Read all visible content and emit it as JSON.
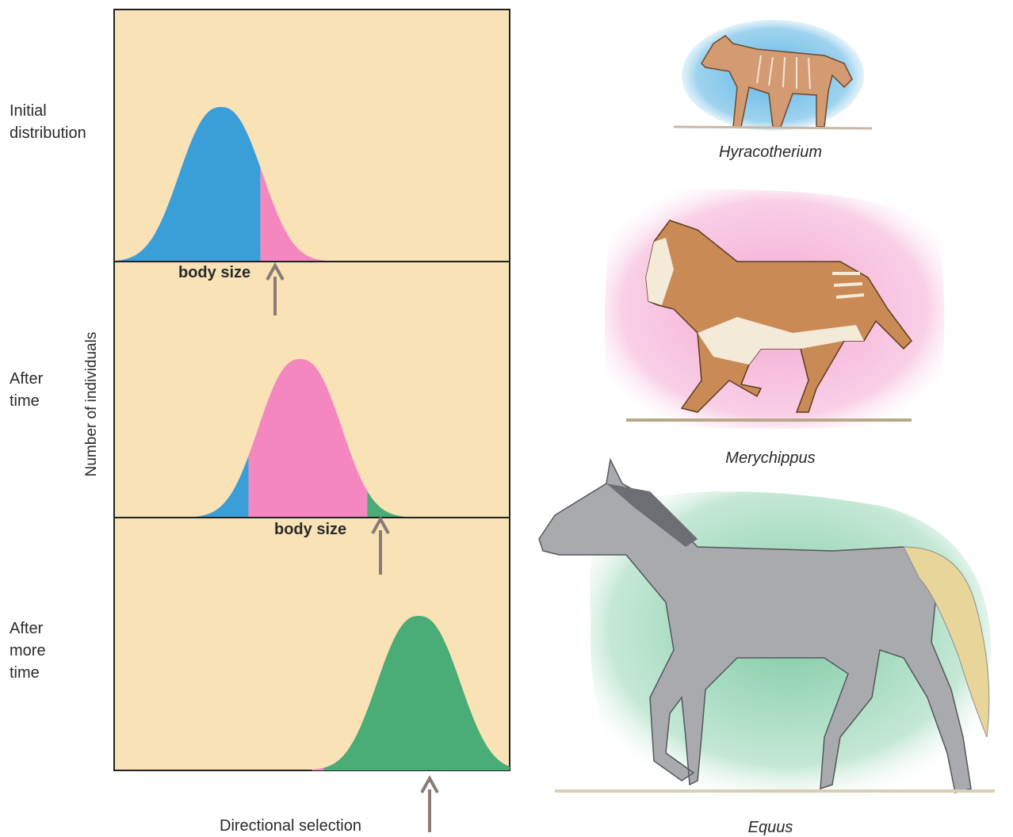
{
  "left_panel": {
    "y_axis_label": "Number of individuals",
    "stages": [
      {
        "label_line1": "Initial",
        "label_line2": "distribution",
        "label_line3": ""
      },
      {
        "label_line1": "After",
        "label_line2": "time",
        "label_line3": ""
      },
      {
        "label_line1": "After",
        "label_line2": "more",
        "label_line3": "time"
      }
    ],
    "x_label": "body size",
    "caption": "Directional selection",
    "colors": {
      "background": "#f8e2b6",
      "small": "#3a9ed8",
      "medium": "#f487c0",
      "large": "#4aac76",
      "arrow": "#8a7a78",
      "border": "#222222"
    },
    "distributions": [
      {
        "peak_position": 0.27,
        "split_low": 0.0,
        "split_high": 0.37
      },
      {
        "peak_position": 0.47,
        "split_low": 0.34,
        "split_high": 0.64
      },
      {
        "peak_position": 0.77,
        "split_low": 0.53,
        "split_high": 1.0
      }
    ]
  },
  "right_panel": {
    "species": [
      {
        "name": "Hyracotherium",
        "background": "#5fb6e3"
      },
      {
        "name": "Merychippus",
        "background": "#f4a6d2"
      },
      {
        "name": "Equus",
        "background": "#7fcaa5"
      }
    ]
  }
}
